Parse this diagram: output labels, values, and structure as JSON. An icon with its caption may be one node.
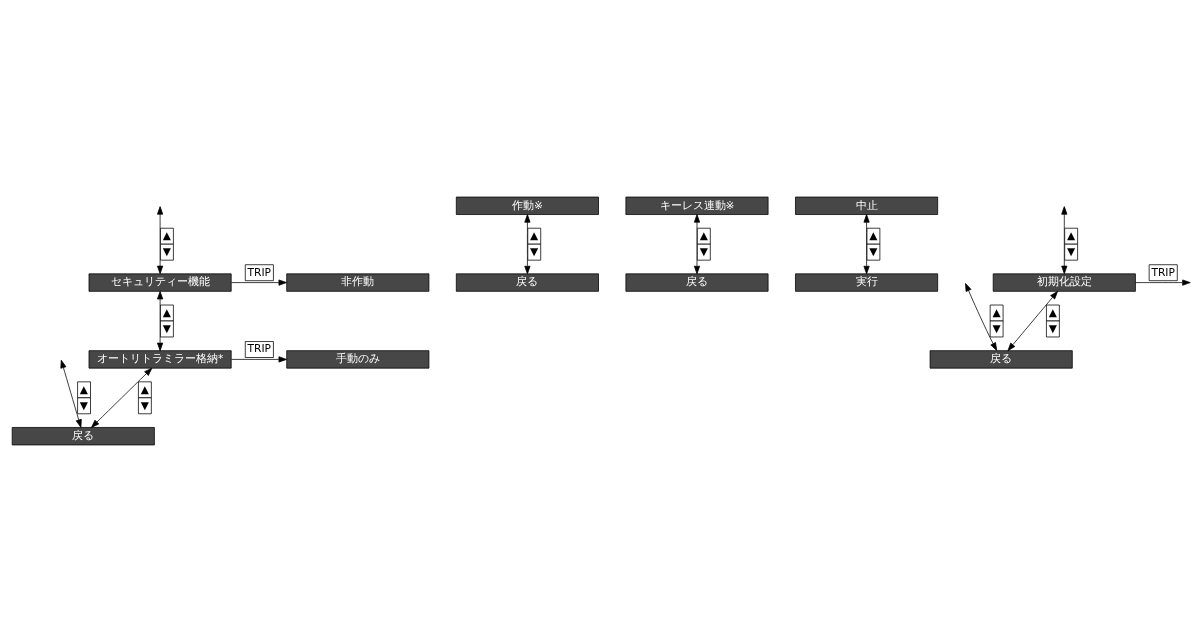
{
  "diagram": {
    "nodes": [
      {
        "text": [
          "セキュリティー機能"
        ]
      },
      {
        "text": [
          "作動※"
        ]
      },
      {
        "text": [
          "非作動"
        ]
      },
      {
        "text": [
          "戻る"
        ]
      },
      {
        "text": [
          "オートリトラミラー格納*"
        ]
      },
      {
        "text": [
          "キーレス連動※"
        ]
      },
      {
        "text": [
          "手動のみ"
        ]
      },
      {
        "text": [
          "戻る"
        ]
      },
      {
        "text": [
          "戻る"
        ]
      },
      {
        "text": [
          "中止"
        ]
      },
      {
        "text": [
          "初期化設定"
        ]
      },
      {
        "text": [
          "実行"
        ]
      },
      {
        "text": [
          "戻る"
        ]
      }
    ],
    "edges": [
      {
        "from": null,
        "to": 0,
        "arrow": "both",
        "label": "▲ ▼"
      },
      {
        "from": 0,
        "to": 4,
        "arrow": "both",
        "label": "▲ ▼"
      },
      {
        "from": 4,
        "to": 8,
        "arrow": "both",
        "label": "▲ ▼"
      },
      {
        "from": 0,
        "to": 2,
        "arrow": "to",
        "label": "TRIP"
      },
      {
        "from": 1,
        "to": 3,
        "arrow": "both",
        "label": "▲ ▼"
      },
      {
        "from": 4,
        "to": 6,
        "arrow": "to",
        "label": "TRIP"
      },
      {
        "from": 5,
        "to": 7,
        "arrow": "both",
        "label": "▲ ▼"
      },
      {
        "from": null,
        "to": 8,
        "arrow": "both",
        "label": "▲ ▼"
      },
      {
        "from": null,
        "to": 10,
        "arrow": "both",
        "label": "▲ ▼"
      },
      {
        "from": null,
        "to": 12,
        "arrow": "both",
        "label": "▲ ▼"
      },
      {
        "from": 10,
        "to": 12,
        "arrow": "both",
        "label": "▲ ▼"
      },
      {
        "from": 10,
        "to": null,
        "arrow": "to",
        "label": "TRIP"
      },
      {
        "from": 9,
        "to": 11,
        "arrow": "both",
        "label": "▲ ▼"
      }
    ]
  }
}
